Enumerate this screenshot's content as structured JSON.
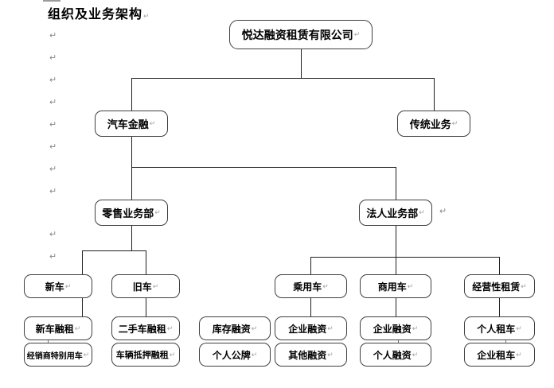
{
  "title": "组织及业务架构",
  "marks": {
    "pilcrow": "↵"
  },
  "colors": {
    "title": "#000000",
    "box_border": "#3f3f3f",
    "line": "#1f1f1f",
    "mark": "#8a8a8a"
  },
  "nodes": {
    "company": "悦达融资租赁有限公司",
    "auto_finance": "汽车金融",
    "traditional": "传统业务",
    "retail_dept": "零售业务部",
    "corporate_dept": "法人业务部",
    "new_car": "新车",
    "used_car": "旧车",
    "passenger_car": "乘用车",
    "commercial_car": "商用车",
    "operating_lease": "经营性租赁",
    "new_car_lease": "新车融租",
    "used_car_lease": "二手车融租",
    "inventory_financing": "库存融资",
    "enterprise_financing_1": "企业融资",
    "enterprise_financing_2": "企业融资",
    "personal_car_rental": "个人租车",
    "dealer_special_vehicle": "经销商特别用车",
    "vehicle_mortgage_lease": "车辆抵押融租",
    "personal_public_plate": "个人公牌",
    "other_financing": "其他融资",
    "personal_financing": "个人融资",
    "enterprise_car_rental": "企业租车"
  }
}
